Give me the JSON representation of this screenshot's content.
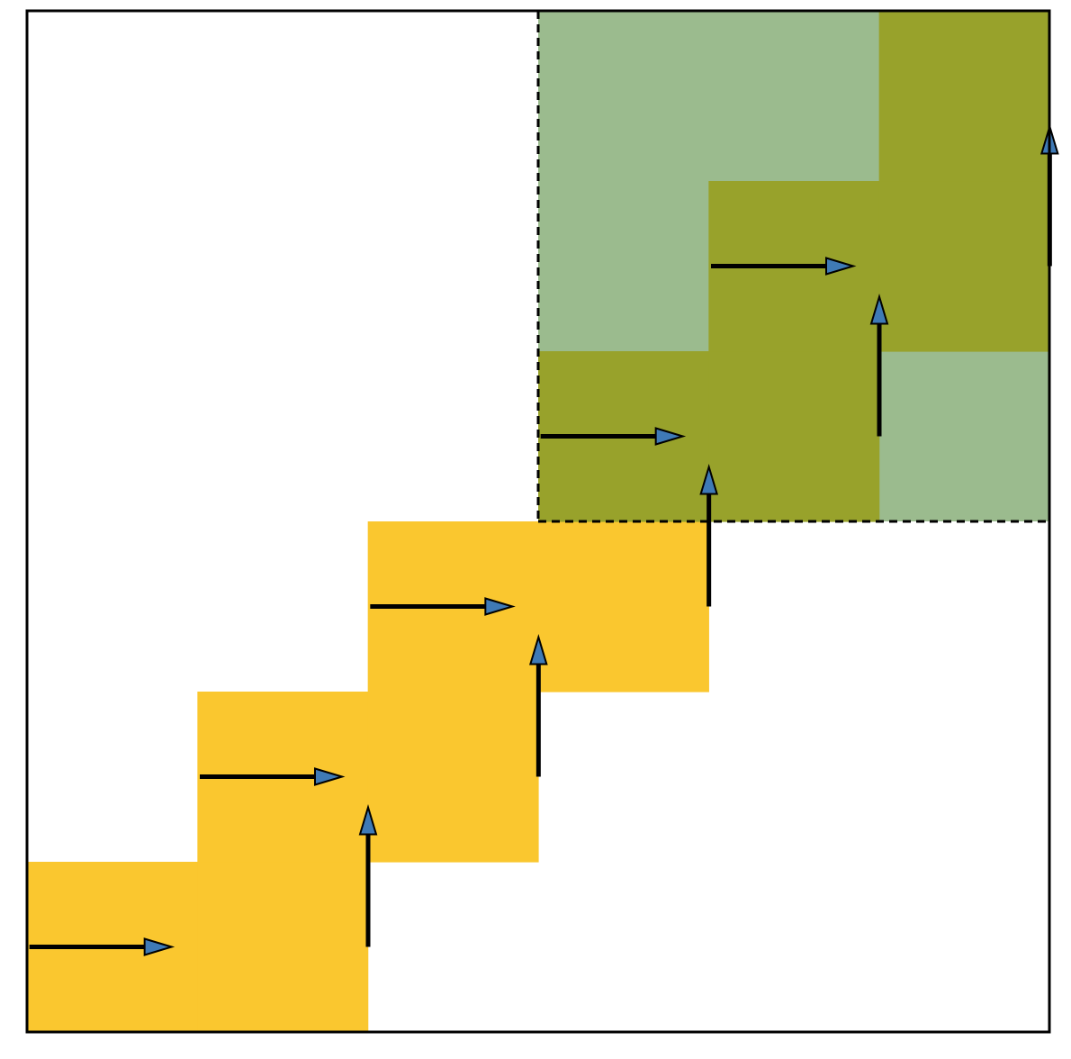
{
  "diagram": {
    "grid_cells": 6,
    "colors": {
      "path": "#FAC72F",
      "region_background": "#9BBB8E",
      "region_path": "#98A22B",
      "arrow_shaft": "#000000",
      "arrow_head": "#3F7AB6",
      "frame": "#000000"
    },
    "highlight_region": {
      "col_start": 3,
      "row_start": 3,
      "size": 3
    },
    "path_cells": [
      [
        0,
        0
      ],
      [
        1,
        0
      ],
      [
        1,
        1
      ],
      [
        2,
        1
      ],
      [
        2,
        2
      ],
      [
        3,
        2
      ],
      [
        3,
        3
      ],
      [
        4,
        3
      ],
      [
        4,
        4
      ],
      [
        5,
        4
      ],
      [
        5,
        5
      ]
    ],
    "arrows": [
      {
        "from": [
          0,
          0
        ],
        "to": [
          1,
          0
        ],
        "dir": "right"
      },
      {
        "from": [
          1,
          0
        ],
        "to": [
          1,
          1
        ],
        "dir": "up"
      },
      {
        "from": [
          1,
          1
        ],
        "to": [
          2,
          1
        ],
        "dir": "right"
      },
      {
        "from": [
          2,
          1
        ],
        "to": [
          2,
          2
        ],
        "dir": "up"
      },
      {
        "from": [
          2,
          2
        ],
        "to": [
          3,
          2
        ],
        "dir": "right"
      },
      {
        "from": [
          3,
          2
        ],
        "to": [
          3,
          3
        ],
        "dir": "up"
      },
      {
        "from": [
          3,
          3
        ],
        "to": [
          4,
          3
        ],
        "dir": "right"
      },
      {
        "from": [
          4,
          3
        ],
        "to": [
          4,
          4
        ],
        "dir": "up"
      },
      {
        "from": [
          4,
          4
        ],
        "to": [
          5,
          4
        ],
        "dir": "right"
      },
      {
        "from": [
          5,
          4
        ],
        "to": [
          5,
          5
        ],
        "dir": "up"
      }
    ]
  }
}
